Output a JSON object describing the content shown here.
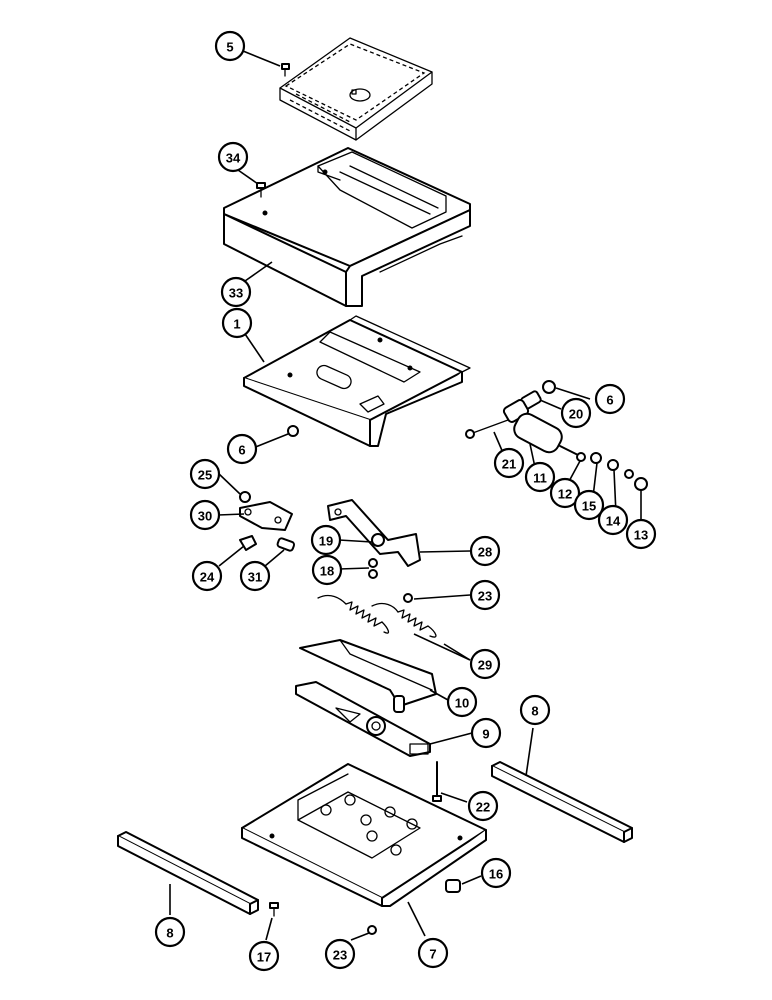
{
  "diagram": {
    "callouts": [
      {
        "id": "c5",
        "label": "5"
      },
      {
        "id": "c34",
        "label": "34"
      },
      {
        "id": "c33",
        "label": "33"
      },
      {
        "id": "c1",
        "label": "1"
      },
      {
        "id": "c6a",
        "label": "6"
      },
      {
        "id": "c20",
        "label": "20"
      },
      {
        "id": "c6b",
        "label": "6"
      },
      {
        "id": "c21",
        "label": "21"
      },
      {
        "id": "c11",
        "label": "11"
      },
      {
        "id": "c12",
        "label": "12"
      },
      {
        "id": "c15",
        "label": "15"
      },
      {
        "id": "c14",
        "label": "14"
      },
      {
        "id": "c13",
        "label": "13"
      },
      {
        "id": "c25",
        "label": "25"
      },
      {
        "id": "c30",
        "label": "30"
      },
      {
        "id": "c19",
        "label": "19"
      },
      {
        "id": "c28",
        "label": "28"
      },
      {
        "id": "c18",
        "label": "18"
      },
      {
        "id": "c24",
        "label": "24"
      },
      {
        "id": "c31",
        "label": "31"
      },
      {
        "id": "c23a",
        "label": "23"
      },
      {
        "id": "c29",
        "label": "29"
      },
      {
        "id": "c10",
        "label": "10"
      },
      {
        "id": "c9",
        "label": "9"
      },
      {
        "id": "c8a",
        "label": "8"
      },
      {
        "id": "c22",
        "label": "22"
      },
      {
        "id": "c16",
        "label": "16"
      },
      {
        "id": "c8b",
        "label": "8"
      },
      {
        "id": "c17",
        "label": "17"
      },
      {
        "id": "c23b",
        "label": "23"
      },
      {
        "id": "c7",
        "label": "7"
      }
    ]
  }
}
